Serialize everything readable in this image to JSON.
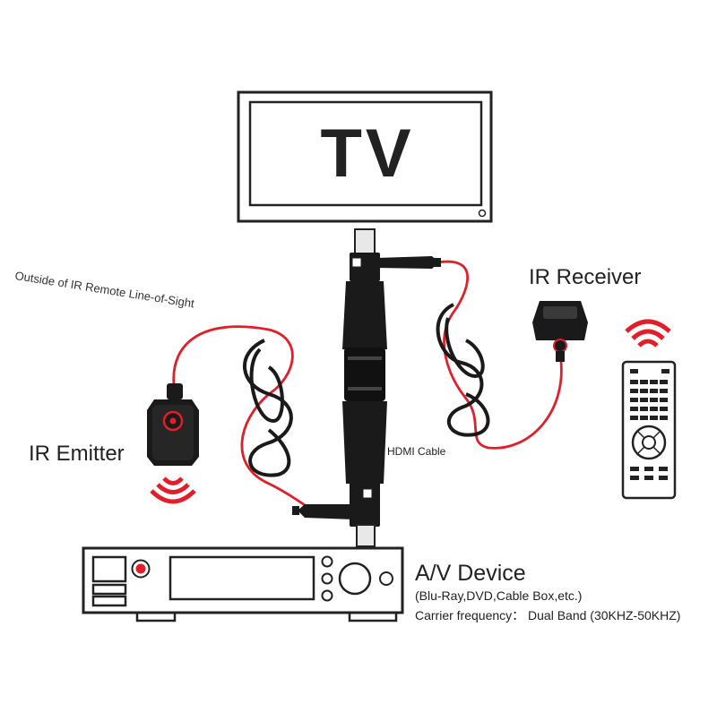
{
  "labels": {
    "tv": "TV",
    "line_of_sight": "Outside of IR Remote Line-of-Sight",
    "ir_receiver": "IR Receiver",
    "ir_emitter": "IR Emitter",
    "hdmi_cable": "HDMI Cable",
    "av_device": "A/V Device",
    "av_examples": "(Blu-Ray,DVD,Cable Box,etc.)",
    "carrier_frequency": "Carrier frequency： Dual Band (30KHZ-50KHZ)"
  },
  "icons": {
    "emitter_waves": "ir-signal-waves-icon",
    "remote_waves": "ir-signal-waves-icon",
    "remote": "remote-control-icon"
  },
  "colors": {
    "cable_red": "#e01f2a",
    "outline": "#222222",
    "cable_black": "#1a1a1a"
  }
}
